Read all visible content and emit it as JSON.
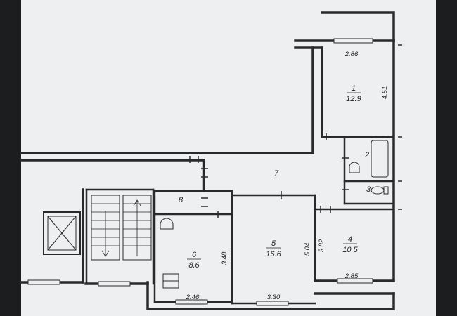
{
  "rooms": [
    {
      "number": "1",
      "area": "12.9"
    },
    {
      "number": "2"
    },
    {
      "number": "3"
    },
    {
      "number": "4",
      "area": "10.5"
    },
    {
      "number": "5",
      "area": "16.6"
    },
    {
      "number": "6",
      "area": "8.6"
    },
    {
      "number": "7"
    },
    {
      "number": "8"
    }
  ],
  "dimensions": {
    "r1_width": "2.86",
    "r1_length": "4.51",
    "r4_width": "2.85",
    "r4_length": "3.82",
    "r5_width": "3.30",
    "r5_length": "5.04",
    "r6_width": "2.46",
    "r6_length": "3.48"
  },
  "colors": {
    "paper": "#eeeff0",
    "wall": "#2a2a2c",
    "background": "#1c1d1f"
  }
}
